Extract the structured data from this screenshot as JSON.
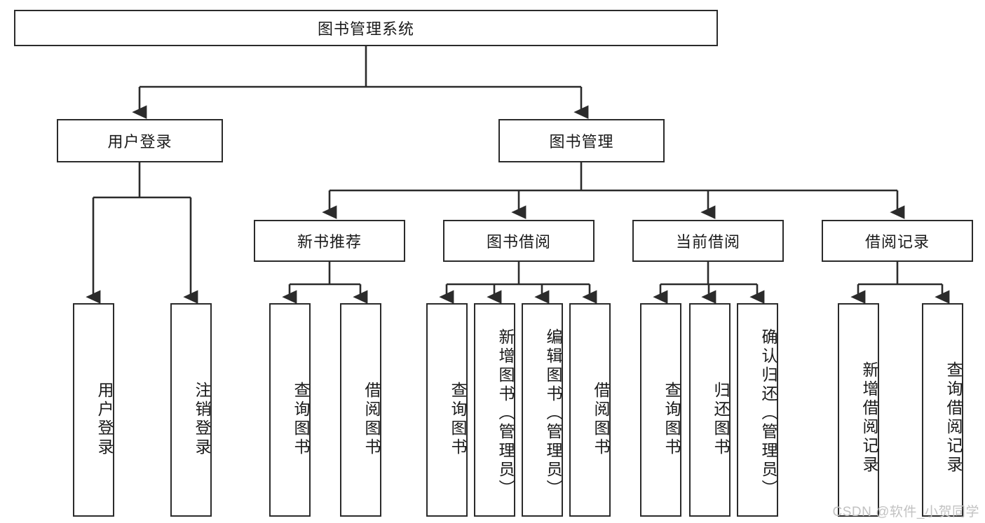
{
  "diagram": {
    "title_node": {
      "label": "图书管理系统"
    },
    "level2": [
      {
        "id": "user-login",
        "label": "用户登录"
      },
      {
        "id": "book-management",
        "label": "图书管理"
      }
    ],
    "level3": [
      {
        "id": "new-book-recommend",
        "label": "新书推荐"
      },
      {
        "id": "book-borrow",
        "label": "图书借阅"
      },
      {
        "id": "current-borrow",
        "label": "当前借阅"
      },
      {
        "id": "borrow-record",
        "label": "借阅记录"
      }
    ],
    "leaves": [
      {
        "id": "leaf-user-login",
        "label": "用户登录"
      },
      {
        "id": "leaf-logout-login",
        "label": "注销登录"
      },
      {
        "id": "leaf-query-book-1",
        "label": "查询图书"
      },
      {
        "id": "leaf-borrow-book-1",
        "label": "借阅图书"
      },
      {
        "id": "leaf-query-book-2",
        "label": "查询图书"
      },
      {
        "id": "leaf-add-book-admin",
        "label": "新增图书（管理员）"
      },
      {
        "id": "leaf-edit-book-admin",
        "label": "编辑图书（管理员）"
      },
      {
        "id": "leaf-borrow-book-2",
        "label": "借阅图书"
      },
      {
        "id": "leaf-query-book-3",
        "label": "查询图书"
      },
      {
        "id": "leaf-return-book",
        "label": "归还图书"
      },
      {
        "id": "leaf-confirm-return-admin",
        "label": "确认归还（管理员）"
      },
      {
        "id": "leaf-add-borrow-record",
        "label": "新增借阅记录"
      },
      {
        "id": "leaf-query-borrow-record",
        "label": "查询借阅记录"
      }
    ],
    "watermark": "CSDN @软件_小贺同学",
    "colors": {
      "stroke": "#2b2b2b",
      "fill": "#ffffff",
      "text": "#1a1a1a",
      "watermark": "#c2c2c2"
    }
  }
}
